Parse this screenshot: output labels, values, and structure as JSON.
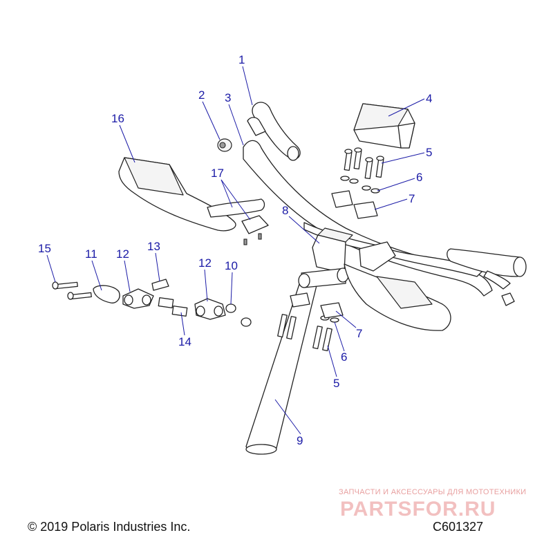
{
  "callouts": [
    {
      "label": "1",
      "part": "grip-left"
    },
    {
      "label": "2",
      "part": "bar-end-plug"
    },
    {
      "label": "3",
      "part": "handlebar"
    },
    {
      "label": "4",
      "part": "handlebar-pad"
    },
    {
      "label": "5",
      "part": "screw-upper"
    },
    {
      "label": "6",
      "part": "washer-upper"
    },
    {
      "label": "7",
      "part": "clamp-upper"
    },
    {
      "label": "8",
      "part": "riser-clamp"
    },
    {
      "label": "9",
      "part": "steering-post"
    },
    {
      "label": "10",
      "part": "nut"
    },
    {
      "label": "11",
      "part": "link-plate"
    },
    {
      "label": "12",
      "part": "clamp-left"
    },
    {
      "label": "13",
      "part": "bushing"
    },
    {
      "label": "12",
      "part": "clamp-right"
    },
    {
      "label": "14",
      "part": "spacer"
    },
    {
      "label": "15",
      "part": "bolt"
    },
    {
      "label": "16",
      "part": "hand-guard"
    },
    {
      "label": "17",
      "part": "hand-guard-bracket"
    },
    {
      "label": "7",
      "part": "clamp-lower"
    },
    {
      "label": "6",
      "part": "washer-lower"
    },
    {
      "label": "5",
      "part": "screw-lower"
    }
  ],
  "footer": {
    "copyright": "© 2019 Polaris Industries Inc.",
    "drawing_id": "C601327"
  },
  "watermark": {
    "tagline": "ЗАПЧАСТИ И АКСЕССУАРЫ ДЛЯ МОТОТЕХНИКИ",
    "brand": "PARTSFOR.RU"
  },
  "colors": {
    "callout": "#1a1aa6",
    "line_art": "#222222",
    "watermark": "#f2c0c0"
  }
}
